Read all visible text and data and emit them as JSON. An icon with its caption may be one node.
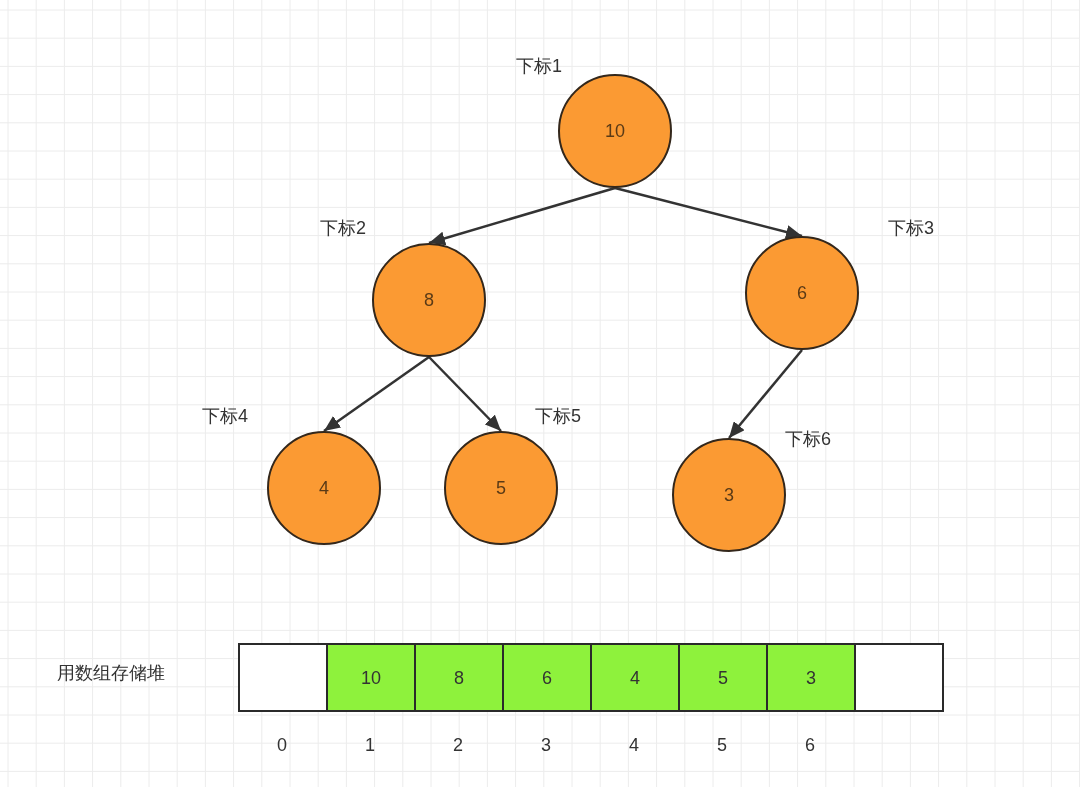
{
  "diagram": {
    "nodes": [
      {
        "text": [
          "10"
        ],
        "beside": [
          "下标1"
        ]
      },
      {
        "text": [
          "8"
        ],
        "beside": [
          "下标2"
        ]
      },
      {
        "text": [
          "6"
        ],
        "beside": [
          "下标3"
        ]
      },
      {
        "text": [
          "4"
        ],
        "beside": [
          "下标4"
        ]
      },
      {
        "text": [
          "5"
        ],
        "beside": [
          "下标5"
        ]
      },
      {
        "text": [
          "3"
        ],
        "beside": [
          "下标6"
        ]
      },
      {
        "text": [],
        "shape": "box"
      },
      {
        "text": [
          "10"
        ]
      },
      {
        "text": [
          "8"
        ]
      },
      {
        "text": [
          "6"
        ]
      },
      {
        "text": [
          "4"
        ]
      },
      {
        "text": [
          "5"
        ]
      },
      {
        "text": [
          "3"
        ]
      },
      {
        "text": [],
        "shape": "box"
      }
    ],
    "edges": [
      {
        "from": 0,
        "to": 1,
        "arrow": "to"
      },
      {
        "from": 0,
        "to": 2,
        "arrow": "to"
      },
      {
        "from": 1,
        "to": 3,
        "arrow": "to"
      },
      {
        "from": 1,
        "to": 4,
        "arrow": "to"
      },
      {
        "from": 2,
        "to": 5,
        "arrow": "to"
      }
    ],
    "labels": [
      "用数组存储堆",
      "0",
      "1",
      "2",
      "3",
      "4",
      "5",
      "6"
    ]
  }
}
